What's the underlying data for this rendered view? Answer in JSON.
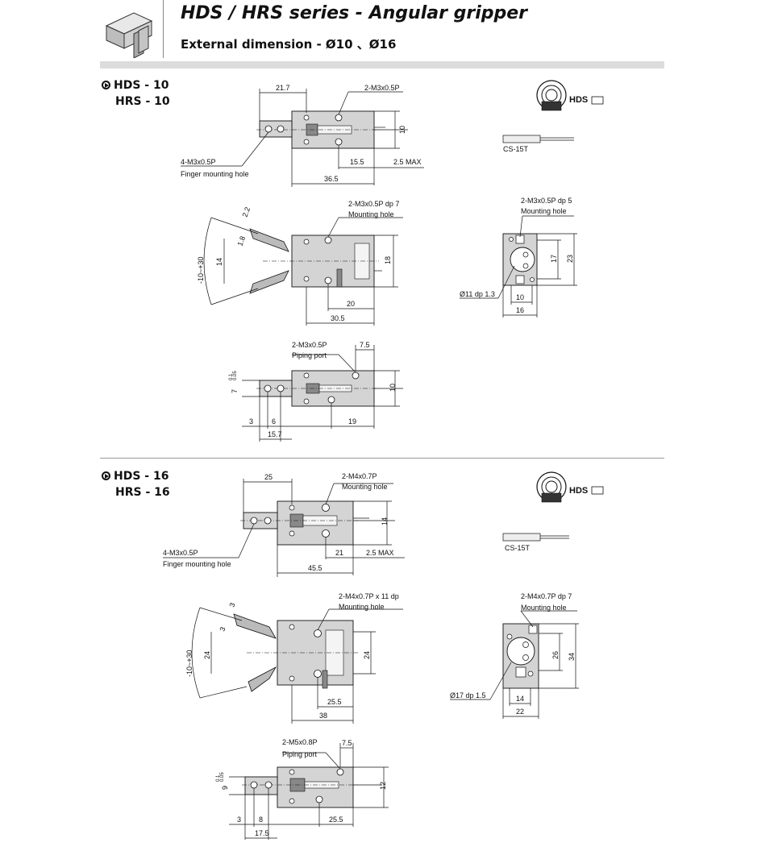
{
  "header": {
    "title": "HDS / HRS series  -  Angular gripper",
    "subtitle": "External dimension - Ø10 、Ø16"
  },
  "sections": [
    {
      "model_a": "HDS - 10",
      "model_b": "HRS - 10",
      "top_view": {
        "width_label": "21.7",
        "thread_note": "2-M3x0.5P",
        "height_label": "10",
        "finger_thread": "4-M3x0.5P",
        "finger_note": "Finger mounting hole",
        "dim_a": "15.5",
        "dim_max": "2.5 MAX",
        "overall_length": "36.5"
      },
      "side_view": {
        "mount_thread": "2-M3x0.5P dp 7",
        "mount_note": "Mounting hole",
        "dim_jaw_thk": "2.2",
        "dim_jaw_small": "1.8",
        "angle": "-10~+30",
        "dim_jaw_gap": "14",
        "height": "18",
        "dim_hole_span": "20",
        "body_length": "30.5"
      },
      "bottom_view": {
        "port_thread": "2-M3x0.5P",
        "port_note": "Piping port",
        "port_offset": "7.5",
        "tol_upper": "0.1",
        "tol_lower": "0.05",
        "dim_pin": "7",
        "height": "10",
        "dim_a": "3",
        "dim_b": "6",
        "dim_c": "19",
        "dim_d": "15.7"
      },
      "sensor_label": "HDS",
      "sensor_model": "CS-15T",
      "end_view": {
        "mount_thread": "2-M3x0.5P dp 5",
        "mount_note": "Mounting hole",
        "inner_height": "17",
        "outer_height": "23",
        "bore_note": "Ø11 dp 1.3",
        "inner_width": "10",
        "outer_width": "16"
      }
    },
    {
      "model_a": "HDS - 16",
      "model_b": "HRS - 16",
      "top_view": {
        "width_label": "25",
        "thread_note": "2-M4x0.7P",
        "thread_note2": "Mounting hole",
        "height_label": "14",
        "finger_thread": "4-M3x0.5P",
        "finger_note": "Finger mounting hole",
        "dim_a": "21",
        "dim_max": "2.5 MAX",
        "overall_length": "45.5"
      },
      "side_view": {
        "mount_thread": "2-M4x0.7P x 11 dp",
        "mount_note": "Mounting hole",
        "dim_jaw_thk": "3",
        "dim_jaw_small": "3",
        "angle": "-10~+30",
        "dim_jaw_gap": "24",
        "height": "24",
        "dim_hole_span": "25.5",
        "body_length": "38"
      },
      "bottom_view": {
        "port_thread": "2-M5x0.8P",
        "port_note": "Piping port",
        "port_offset": "7.5",
        "tol_upper": "0.1",
        "tol_lower": "0.05",
        "dim_pin": "9",
        "height": "12",
        "dim_a": "3",
        "dim_b": "8",
        "dim_c": "25.5",
        "dim_d": "17.5"
      },
      "sensor_label": "HDS",
      "sensor_model": "CS-15T",
      "end_view": {
        "mount_thread": "2-M4x0.7P dp 7",
        "mount_note": "Mounting hole",
        "inner_height": "26",
        "outer_height": "34",
        "bore_note": "Ø17 dp 1.5",
        "inner_width": "14",
        "outer_width": "22"
      }
    }
  ]
}
